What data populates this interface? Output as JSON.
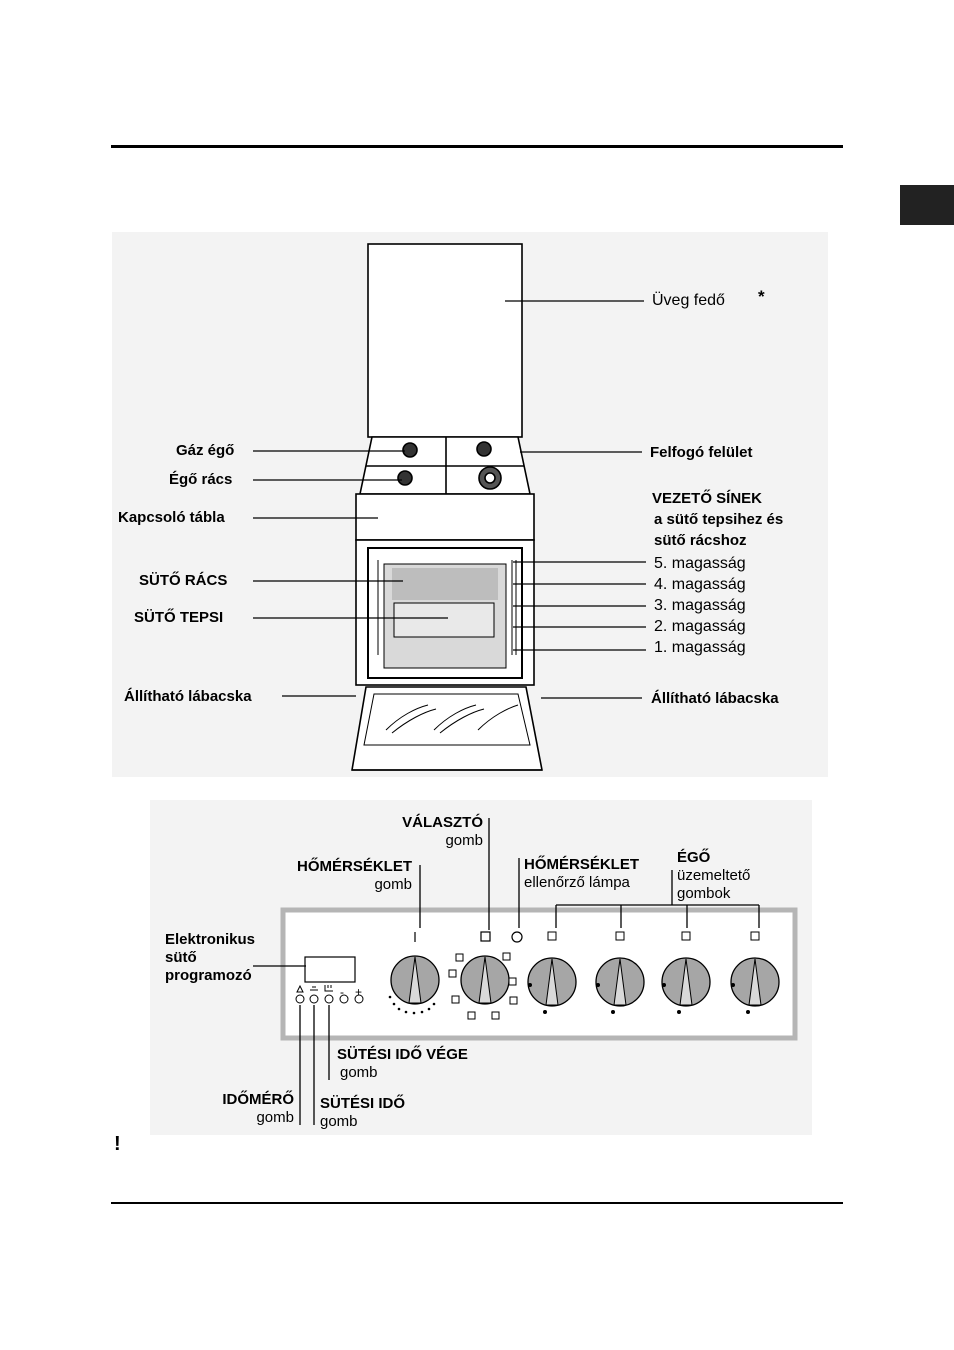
{
  "stove_labels": {
    "glass_lid": "Üveg fedő",
    "asterisk": "*",
    "gas_burner": "Gáz égő",
    "burner_grid": "Égő rács",
    "work_surface": "Felfogó felület",
    "control_panel": "Kapcsoló tábla",
    "guide_rails_title": "VEZETŐ SÍNEK",
    "guide_rails_line2": "a sütő tepsihez és",
    "guide_rails_line3": "sütő rácshoz",
    "oven_rack": "SÜTŐ RÁCS",
    "oven_tray": "SÜTŐ TEPSI",
    "levels": [
      "5. magasság",
      "4. magasság",
      "3. magasság",
      "2. magasság",
      "1. magasság"
    ],
    "adjustable_foot_left": "Állítható lábacska",
    "adjustable_foot_right": "Állítható lábacska"
  },
  "control_labels": {
    "selector_title": "VÁLASZTÓ",
    "selector_sub": "gomb",
    "thermostat_title": "HŐMÉRSÉKLET",
    "thermostat_sub": "gomb",
    "thermostat_lamp_title": "HŐMÉRSÉKLET",
    "thermostat_lamp_sub": "ellenőrző lámpa",
    "burner_knobs_title": "ÉGŐ",
    "burner_knobs_sub1": "üzemeltető",
    "burner_knobs_sub2": "gombok",
    "programmer_line1": "Elektronikus",
    "programmer_line2": "sütő",
    "programmer_line3": "programozó",
    "end_time_title": "SÜTÉSI IDŐ VÉGE",
    "end_time_sub": "gomb",
    "timer_title": "IDŐMÉRŐ",
    "timer_sub": "gomb",
    "cook_time_title": "SÜTÉSI IDŐ",
    "cook_time_sub": "gomb",
    "programmer_buttons": [
      "-",
      "+"
    ]
  },
  "note_mark": "!"
}
